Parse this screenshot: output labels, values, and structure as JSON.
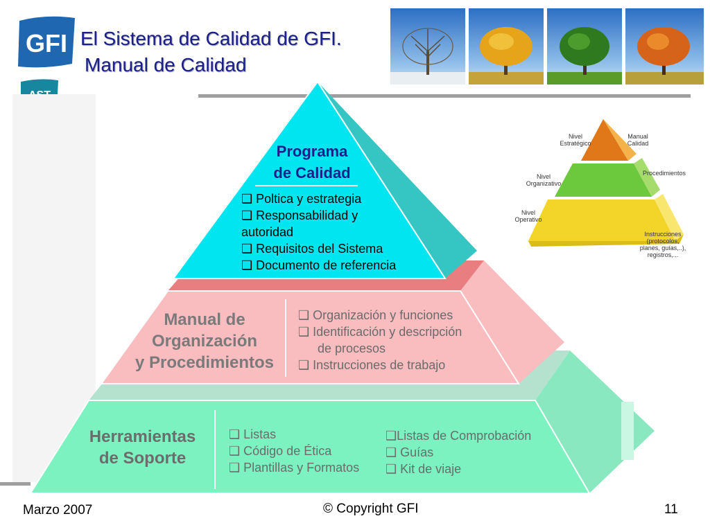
{
  "logo": {
    "text": "GFI",
    "sub": "AST"
  },
  "title": {
    "line1": "El Sistema de Calidad de GFI.",
    "line2": "Manual de Calidad"
  },
  "pyramid": {
    "top": {
      "heading_1": "Programa",
      "heading_2": "de Calidad",
      "items": [
        "❑ Poltica y estrategia",
        "❑ Responsabilidad y",
        "autoridad",
        "❑ Requisitos del Sistema",
        "❑ Documento de referencia"
      ]
    },
    "middle": {
      "heading_1": "Manual de",
      "heading_2": "Organización",
      "heading_3": "y Procedimientos",
      "items": [
        "❑ Organización y funciones",
        "❑ Identificación y descripción",
        "de procesos",
        "❑ Instrucciones de trabajo"
      ]
    },
    "bottom": {
      "heading_1": "Herramientas",
      "heading_2": "de Soporte",
      "items_left": [
        "❑ Listas",
        "❑ Código de Ética",
        "❑ Plantillas y Formatos"
      ],
      "items_right": [
        "❑Listas de Comprobación",
        "❑ Guías",
        "❑ Kit de viaje"
      ]
    }
  },
  "mini_pyramid": {
    "left_labels": [
      "Nivel\nEstratégico",
      "Nivel\nOrganizativo",
      "Nivel\nOperativo"
    ],
    "right_labels": [
      "Manual\nCalidad",
      "Procedimientos",
      "Instrucciones\n(protocolos,\nplanes, guías,..),\nregistros,..."
    ]
  },
  "footer": {
    "date": "Marzo 2007",
    "copyright": "© Copyright GFI",
    "page": "11"
  },
  "colors": {
    "title": "#1a1f8c",
    "top_tier": "#00e5ef",
    "middle_tier": "#f9bcbf",
    "bottom_tier": "#7df2c1"
  }
}
